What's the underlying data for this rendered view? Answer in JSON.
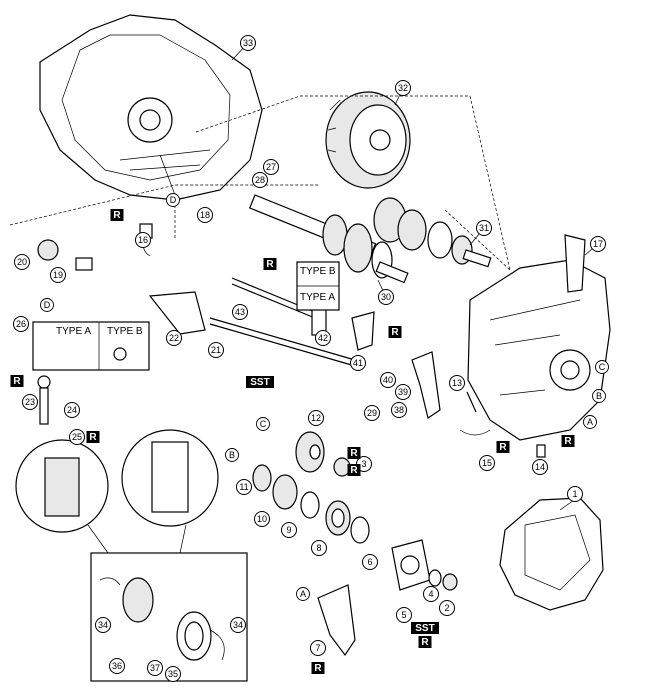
{
  "callouts": [
    {
      "n": "1"
    },
    {
      "n": "2"
    },
    {
      "n": "3"
    },
    {
      "n": "4"
    },
    {
      "n": "5"
    },
    {
      "n": "6"
    },
    {
      "n": "7"
    },
    {
      "n": "8"
    },
    {
      "n": "9"
    },
    {
      "n": "10"
    },
    {
      "n": "11"
    },
    {
      "n": "12"
    },
    {
      "n": "13"
    },
    {
      "n": "14"
    },
    {
      "n": "15"
    },
    {
      "n": "16"
    },
    {
      "n": "17"
    },
    {
      "n": "18"
    },
    {
      "n": "19"
    },
    {
      "n": "20"
    },
    {
      "n": "21"
    },
    {
      "n": "22"
    },
    {
      "n": "23"
    },
    {
      "n": "24"
    },
    {
      "n": "25"
    },
    {
      "n": "26"
    },
    {
      "n": "27"
    },
    {
      "n": "28"
    },
    {
      "n": "29"
    },
    {
      "n": "30"
    },
    {
      "n": "31"
    },
    {
      "n": "32"
    },
    {
      "n": "33"
    },
    {
      "n": "34"
    },
    {
      "n": "34"
    },
    {
      "n": "35"
    },
    {
      "n": "36"
    },
    {
      "n": "37"
    },
    {
      "n": "38"
    },
    {
      "n": "39"
    },
    {
      "n": "40"
    },
    {
      "n": "41"
    },
    {
      "n": "42"
    },
    {
      "n": "43"
    }
  ],
  "letters": [
    "D",
    "D",
    "C",
    "B",
    "C",
    "B",
    "A",
    "A"
  ],
  "tags": [
    "R",
    "R",
    "R",
    "R",
    "SST",
    "R",
    "R",
    "R",
    "R",
    "SST",
    "R",
    "R",
    "R"
  ],
  "box_labels": {
    "type_a": "TYPE A",
    "type_b": "TYPE B"
  }
}
